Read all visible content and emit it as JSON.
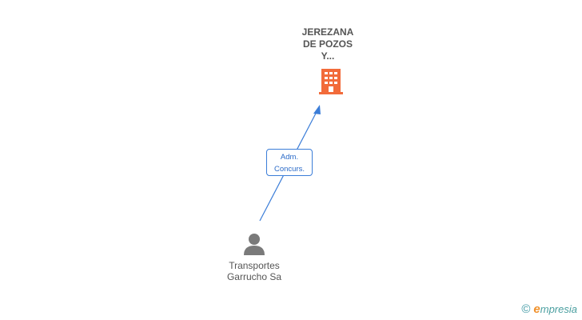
{
  "company": {
    "name_lines": [
      "JEREZANA",
      "DE POZOS",
      "Y..."
    ],
    "icon": "building-icon",
    "color": "#f26b3a"
  },
  "relation": {
    "role_lines": [
      "Adm.",
      "Concurs."
    ],
    "color": "#3b7dd8"
  },
  "person": {
    "name_lines": [
      "Transportes",
      "Garrucho Sa"
    ],
    "icon": "person-icon",
    "color": "#7a7a7a"
  },
  "footer": {
    "copyright_symbol": "©",
    "brand_initial": "e",
    "brand_rest": "mpresia"
  }
}
